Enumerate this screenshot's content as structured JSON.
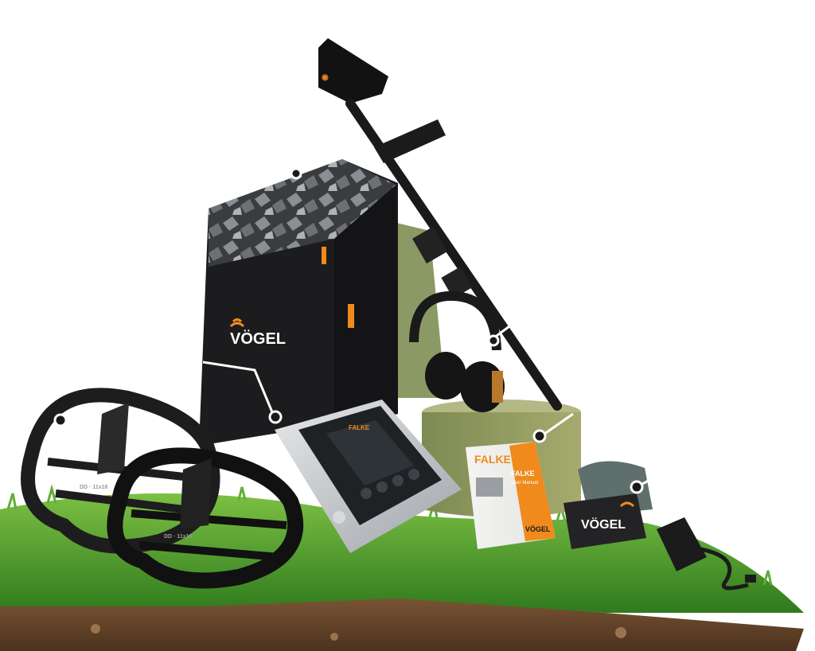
{
  "brand": {
    "bag_logo": "VÖGEL",
    "card_logo": "VÖGEL",
    "manual_logo": "VÖGEL"
  },
  "manual": {
    "title": "FALKE",
    "subtitle": "User Manual",
    "cover_logo": "FALKE"
  },
  "control_unit": {
    "logo": "FALKE"
  },
  "coils": {
    "front_label": "DD · 11x16",
    "back_label": "DD · 11x16"
  },
  "colors": {
    "brand_orange": "#f08a1c",
    "grass": "#4a9a2a",
    "soil": "#6b4a2e",
    "device_grey": "#c9ccd0"
  },
  "callout_markers": [
    "bag",
    "headphones",
    "coil",
    "control-unit",
    "manual",
    "card"
  ]
}
